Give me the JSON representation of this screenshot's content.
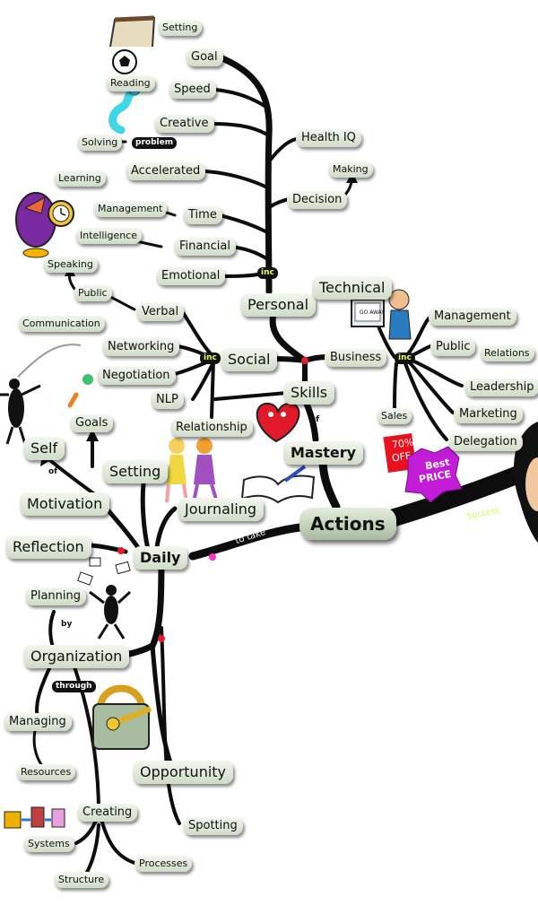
{
  "nodes": {
    "setting_top": "Setting",
    "goal": "Goal",
    "reading": "Reading",
    "speed": "Speed",
    "creative": "Creative",
    "solving": "Solving",
    "problem": "problem",
    "health_iq": "Health IQ",
    "making": "Making",
    "learning": "Learning",
    "accelerated": "Accelerated",
    "decision": "Decision",
    "management_left": "Management",
    "time": "Time",
    "intelligence": "Intelligence",
    "financial": "Financial",
    "speaking": "Speaking",
    "emotional": "Emotional",
    "public_left": "Public",
    "personal": "Personal",
    "technical": "Technical",
    "communication": "Communication",
    "verbal": "Verbal",
    "networking": "Networking",
    "social": "Social",
    "business": "Business",
    "management_right": "Management",
    "public_right": "Public",
    "relations": "Relations",
    "negotiation": "Negotiation",
    "nlp": "NLP",
    "skills": "Skills",
    "leadership": "Leadership",
    "sales": "Sales",
    "marketing": "Marketing",
    "goals": "Goals",
    "relationship": "Relationship",
    "delegation": "Delegation",
    "self": "Self",
    "mastery": "Mastery",
    "setting": "Setting",
    "motivation": "Motivation",
    "journaling": "Journaling",
    "actions": "Actions",
    "reflection": "Reflection",
    "daily": "Daily",
    "planning": "Planning",
    "organization": "Organization",
    "managing": "Managing",
    "resources": "Resources",
    "opportunity": "Opportunity",
    "creating": "Creating",
    "spotting": "Spotting",
    "systems": "Systems",
    "processes": "Processes",
    "structure": "Structure"
  },
  "tags": {
    "inc_personal": "inc",
    "inc_social": "inc",
    "inc_business": "inc",
    "of_skills": "of",
    "of_self": "of",
    "to_take": "to take",
    "success": "Success",
    "by": "by",
    "through": "through"
  },
  "clipart": {
    "sign_percent": "70%",
    "sign_off": "OFF",
    "sign_best": "Best",
    "sign_price": "PRICE",
    "screen_text": "GO AWAY"
  },
  "colors": {
    "branch": "#0d0d0d",
    "junction": "#e8192c",
    "node_light": "#f3f7ef",
    "node_dark": "#cfdcc7"
  }
}
